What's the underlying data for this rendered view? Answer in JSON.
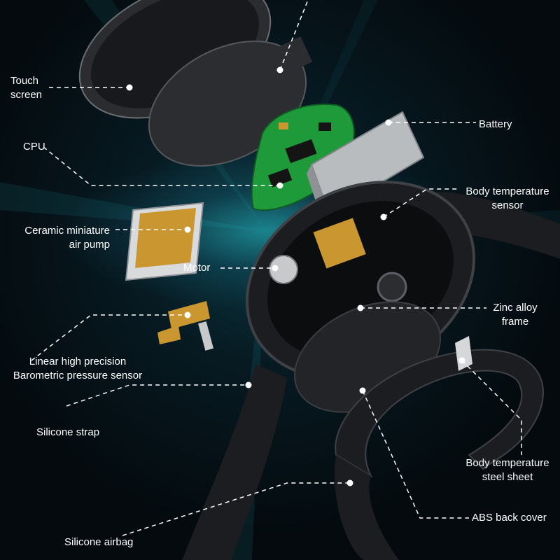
{
  "labels": {
    "touch_screen": [
      "Touch",
      "screen"
    ],
    "cpu": "CPU",
    "ceramic_pump": [
      "Ceramic miniature",
      "air pump"
    ],
    "motor": "Motor",
    "barometric": [
      "Linear high precision",
      "Barometric pressure sensor"
    ],
    "silicone_strap": "Silicone strap",
    "silicone_airbag": "Silicone airbag",
    "battery": "Battery",
    "body_temp_sensor": [
      "Body temperature",
      "sensor"
    ],
    "zinc_frame": [
      "Zinc alloy",
      "frame"
    ],
    "body_temp_steel": [
      "Body temperature",
      "steel sheet"
    ],
    "abs_back_cover": "ABS back cover"
  },
  "colors": {
    "label_text": "#ffffff",
    "leader_line": "#ffffff",
    "pcb_green": "#1f9a3a",
    "gold": "#c9962f",
    "battery_gray": "#b9bcbf",
    "watch_black": "#1b1d20"
  }
}
